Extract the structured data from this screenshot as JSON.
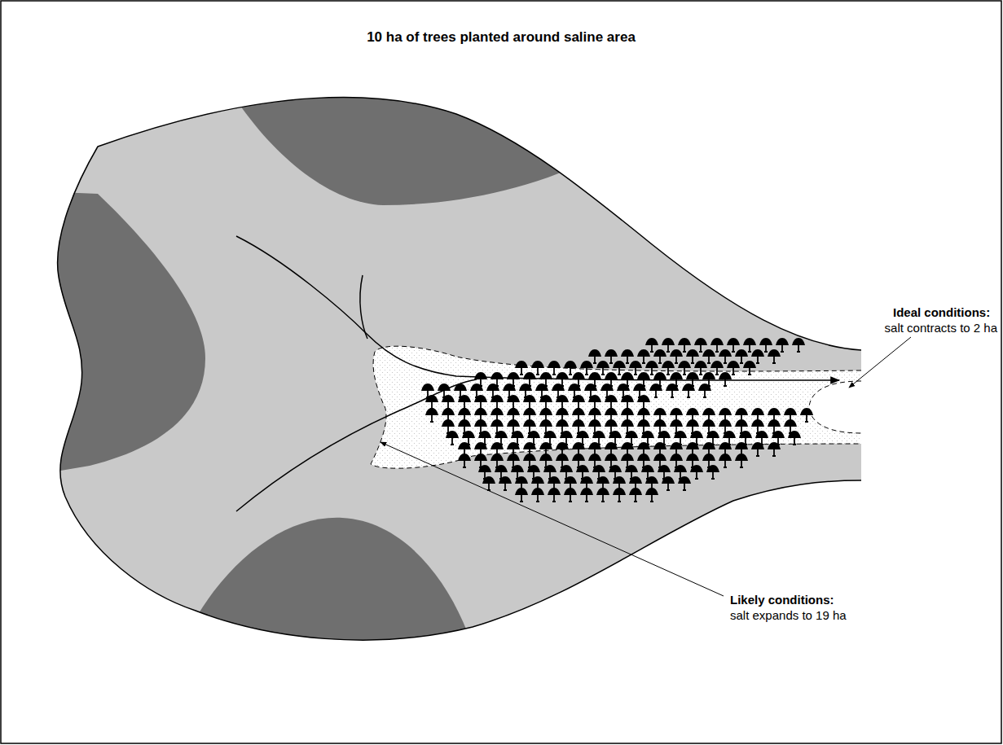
{
  "diagram": {
    "title": "10 ha of trees planted around saline area",
    "labels": [
      "Ideal conditions:",
      "salt contracts to 2 ha",
      "Likely conditions:",
      "salt expands to 19 ha"
    ]
  }
}
